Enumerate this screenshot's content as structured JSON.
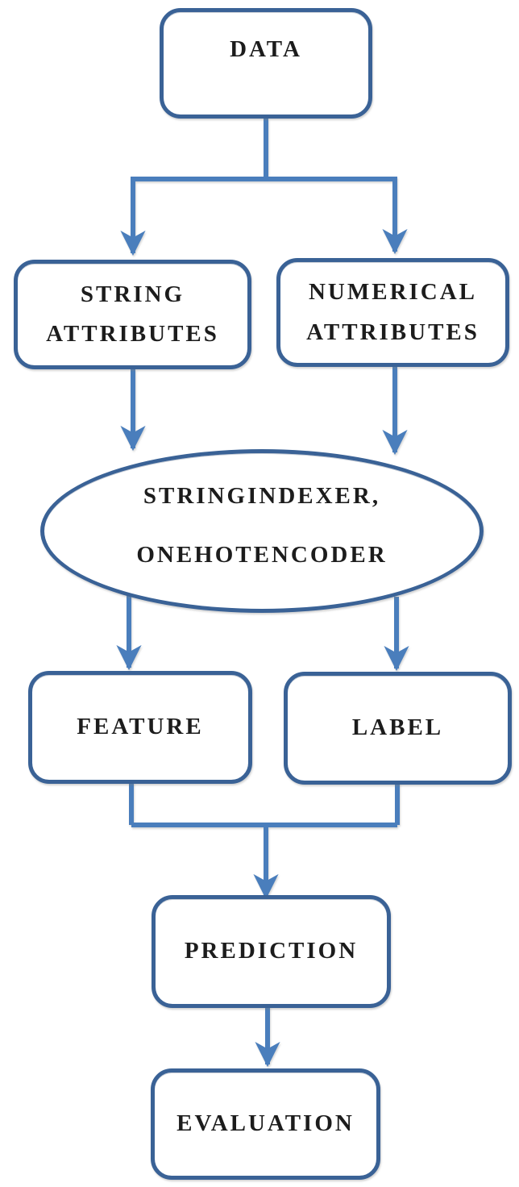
{
  "diagram": {
    "type": "flowchart",
    "nodes": {
      "data": {
        "label": "DATA",
        "shape": "rounded-rect"
      },
      "string_attributes": {
        "label": "STRING ATTRIBUTES",
        "shape": "rounded-rect"
      },
      "numerical_attributes": {
        "label": "NUMERICAL ATTRIBUTES",
        "shape": "rounded-rect"
      },
      "encoder": {
        "line1": "STRINGINDEXER,",
        "line2": "ONEHOTENCODER",
        "shape": "ellipse"
      },
      "feature": {
        "label": "FEATURE",
        "shape": "rounded-rect"
      },
      "label": {
        "label": "LABEL",
        "shape": "rounded-rect"
      },
      "prediction": {
        "label": "PREDICTION",
        "shape": "rounded-rect"
      },
      "evaluation": {
        "label": "EVALUATION",
        "shape": "rounded-rect"
      }
    },
    "edges": [
      {
        "from": "data",
        "to": "string_attributes"
      },
      {
        "from": "data",
        "to": "numerical_attributes"
      },
      {
        "from": "string_attributes",
        "to": "encoder"
      },
      {
        "from": "numerical_attributes",
        "to": "encoder"
      },
      {
        "from": "encoder",
        "to": "feature"
      },
      {
        "from": "encoder",
        "to": "label"
      },
      {
        "from": "feature",
        "to": "prediction"
      },
      {
        "from": "label",
        "to": "prediction"
      },
      {
        "from": "prediction",
        "to": "evaluation"
      }
    ],
    "colors": {
      "connector": "#4a7ebc",
      "node_border": "#3a6296",
      "text": "#1c1c1c",
      "background": "#ffffff"
    }
  }
}
